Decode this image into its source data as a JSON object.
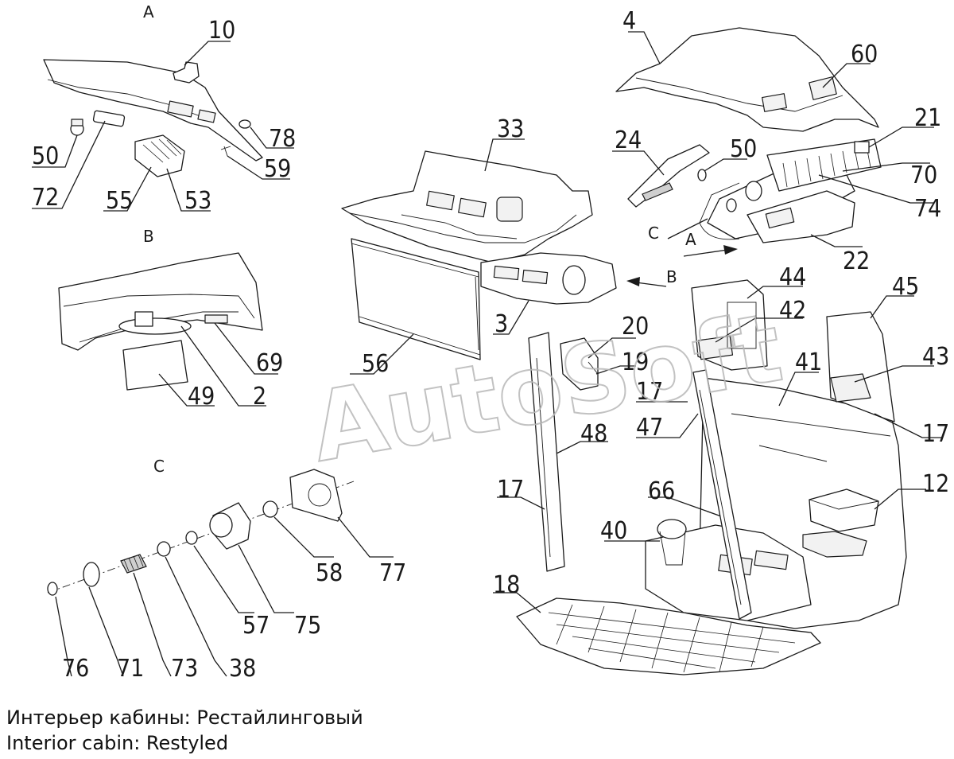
{
  "sections": {
    "A": "A",
    "B": "B",
    "C": "C"
  },
  "arrows": {
    "A": "A",
    "B": "B",
    "C": "C"
  },
  "callouts": {
    "c2": "2",
    "c3": "3",
    "c4": "4",
    "c10": "10",
    "c12": "12",
    "c17a": "17",
    "c17b": "17",
    "c17c": "17",
    "c18": "18",
    "c19": "19",
    "c20": "20",
    "c21": "21",
    "c22": "22",
    "c24": "24",
    "c33": "33",
    "c38": "38",
    "c40": "40",
    "c41": "41",
    "c42": "42",
    "c43": "43",
    "c44": "44",
    "c45": "45",
    "c47": "47",
    "c48": "48",
    "c49": "49",
    "c50a": "50",
    "c50b": "50",
    "c53": "53",
    "c55": "55",
    "c56": "56",
    "c57": "57",
    "c58": "58",
    "c59": "59",
    "c60": "60",
    "c66": "66",
    "c69": "69",
    "c70": "70",
    "c71": "71",
    "c72": "72",
    "c73": "73",
    "c74": "74",
    "c75": "75",
    "c76": "76",
    "c77": "77",
    "c78": "78"
  },
  "watermark": "AutoSoft",
  "caption": {
    "ru": "Интерьер кабины: Рестайлинговый",
    "en": "Interior cabin: Restyled"
  }
}
